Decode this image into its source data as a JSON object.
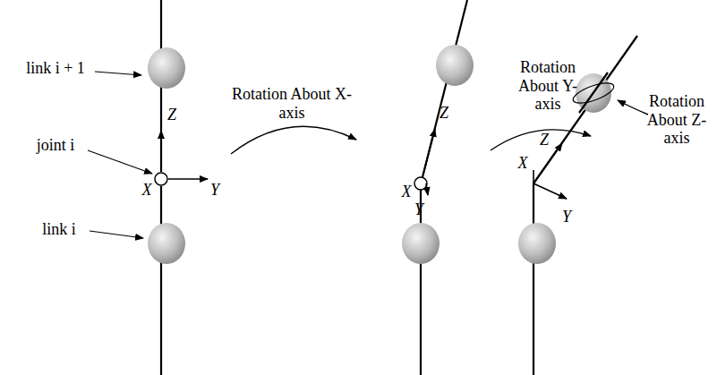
{
  "diagram": {
    "labels": [
      "link i + 1",
      "joint i",
      "Z",
      "X",
      "Y",
      "link i",
      "Rotation About X-axis",
      "Z",
      "X",
      "Y",
      "Rotation About Y-axis",
      "X",
      "Z",
      "Y",
      "Rotation About Z-axis"
    ]
  }
}
